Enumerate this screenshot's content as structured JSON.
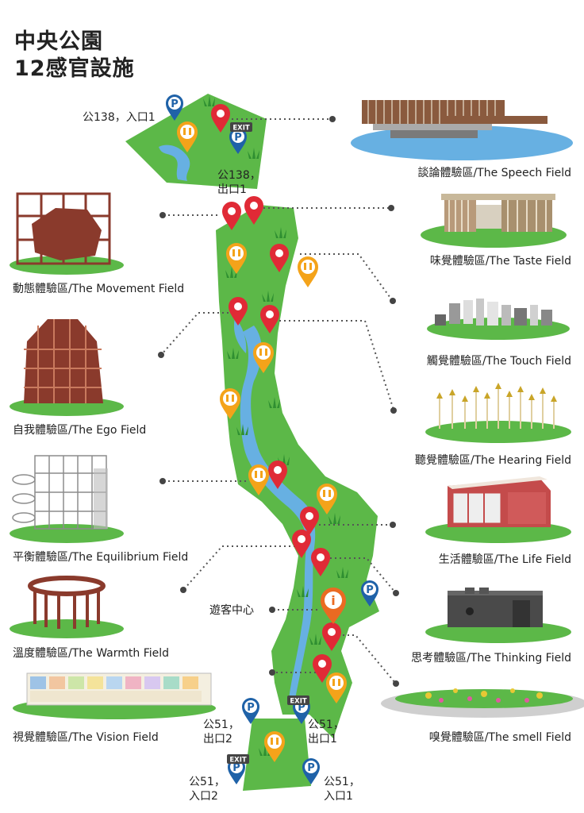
{
  "title": {
    "line1": "中央公園",
    "line2": "12感官設施"
  },
  "fields": [
    {
      "id": "speech",
      "label": "談論體驗區/The Speech Field"
    },
    {
      "id": "taste",
      "label": "味覺體驗區/The Taste Field"
    },
    {
      "id": "touch",
      "label": "觸覺體驗區/The Touch Field"
    },
    {
      "id": "hearing",
      "label": "聽覺體驗區/The Hearing Field"
    },
    {
      "id": "life",
      "label": "生活體驗區/The Life Field"
    },
    {
      "id": "thinking",
      "label": "思考體驗區/The Thinking Field"
    },
    {
      "id": "smell",
      "label": "嗅覺體驗區/The smell Field"
    },
    {
      "id": "movement",
      "label": "動態體驗區/The Movement Field"
    },
    {
      "id": "ego",
      "label": "自我體驗區/The Ego Field"
    },
    {
      "id": "equilibrium",
      "label": "平衡體驗區/The Equilibrium Field"
    },
    {
      "id": "warmth",
      "label": "溫度體驗區/The Warmth Field"
    },
    {
      "id": "vision",
      "label": "視覺體驗區/The Vision Field"
    }
  ],
  "places": {
    "g138_entrance": "公138，入口1",
    "g138_exit_line1": "公138，",
    "g138_exit_line2": "出口1",
    "visitor_center": "遊客中心",
    "g51_exit2_line1": "公51，",
    "g51_exit2_line2": "出口2",
    "g51_exit1_line1": "公51，",
    "g51_exit1_line2": "出口1",
    "g51_ent2_line1": "公51，",
    "g51_ent2_line2": "入口2",
    "g51_ent1_line1": "公51，",
    "g51_ent1_line2": "入口1"
  },
  "markers": {
    "parking_text": "P",
    "exit_text": "EXIT",
    "info_text": "i"
  },
  "colors": {
    "park_green": "#5cb848",
    "water_blue": "#67b0e2",
    "pin_red": "#e02a36",
    "pin_orange": "#f4a31a",
    "pin_parking": "#1f62a8",
    "building_brown": "#8a3a2c",
    "grass_green": "#5cb848"
  }
}
